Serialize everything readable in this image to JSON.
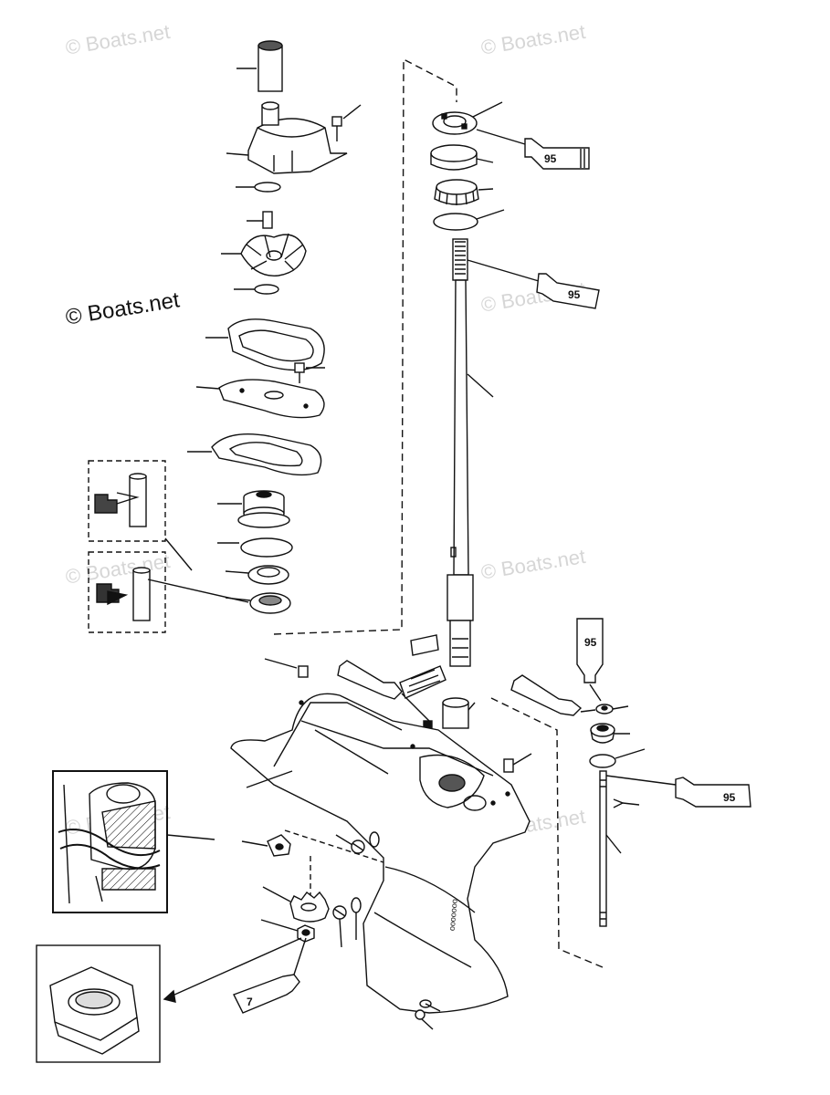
{
  "watermark": {
    "text": "© Boats.net",
    "prominent_text": "© Boats.net"
  },
  "sealant_labels": {
    "tube_top_1": "95",
    "tube_top_2": "95",
    "tube_right_vertical": "95",
    "tube_right_lower": "95",
    "tube_bottom": "7"
  },
  "colors": {
    "line": "#111111",
    "watermark": "#d6d6d6",
    "background": "#ffffff"
  }
}
